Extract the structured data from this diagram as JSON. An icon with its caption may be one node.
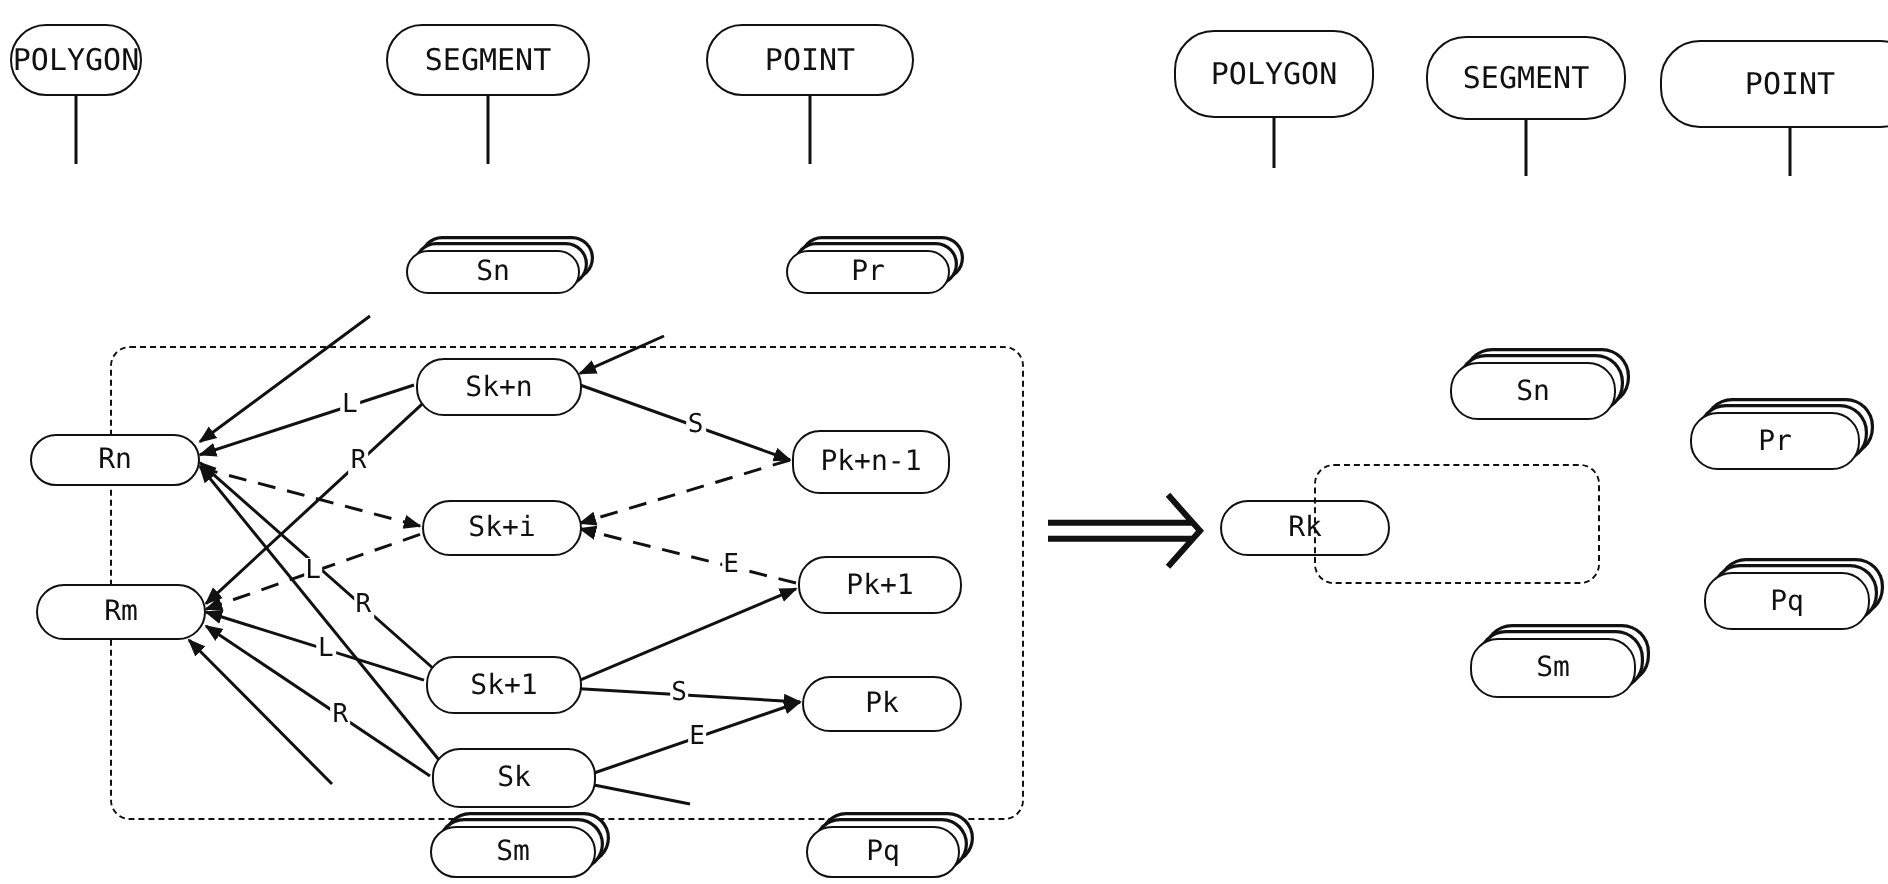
{
  "diagram": {
    "nodes": [
      {
        "text": [
          "POLYGON"
        ]
      },
      {
        "text": [
          "SEGMENT"
        ]
      },
      {
        "text": [
          "POINT"
        ]
      },
      {
        "text": [
          "Sn"
        ]
      },
      {
        "text": [
          "Pr"
        ]
      },
      {
        "text": [],
        "shape": "box"
      },
      {
        "text": [
          "Rn"
        ]
      },
      {
        "text": [
          "Rm"
        ]
      },
      {
        "text": [
          "Sk+n"
        ],
        "in": 5
      },
      {
        "text": [
          "Sk+i"
        ],
        "in": 5
      },
      {
        "text": [
          "Sk+1"
        ],
        "in": 5
      },
      {
        "text": [
          "Sk"
        ],
        "in": 5
      },
      {
        "text": [
          "Pk+n-1"
        ],
        "in": 5
      },
      {
        "text": [
          "Pk+1"
        ],
        "in": 5
      },
      {
        "text": [
          "Pk"
        ],
        "in": 5
      },
      {
        "text": [
          "Sm"
        ]
      },
      {
        "text": [
          "Pq"
        ]
      },
      {
        "text": [
          "POLYGON"
        ]
      },
      {
        "text": [
          "SEGMENT"
        ]
      },
      {
        "text": [
          "POINT"
        ]
      },
      {
        "text": [
          "Sn"
        ]
      },
      {
        "text": [
          "Pr"
        ]
      },
      {
        "text": [
          "Rk"
        ]
      },
      {
        "text": [],
        "shape": "box"
      },
      {
        "text": [
          "Pq"
        ]
      },
      {
        "text": [
          "Sm"
        ]
      }
    ],
    "edges": [
      {
        "from": 8,
        "to": 6,
        "arrow": "to",
        "label": "L"
      },
      {
        "from": 8,
        "to": 7,
        "arrow": "to",
        "label": "R"
      },
      {
        "from": 8,
        "to": 12,
        "arrow": "to",
        "label": "S"
      },
      {
        "from": 6,
        "to": 9,
        "arrow": "to",
        "style": "dashed"
      },
      {
        "from": 9,
        "to": 7,
        "arrow": "to",
        "style": "dashed",
        "label": "L"
      },
      {
        "from": 12,
        "to": 9,
        "arrow": "to",
        "style": "dashed"
      },
      {
        "from": 13,
        "to": 9,
        "arrow": "to",
        "style": "dashed",
        "label": "E"
      },
      {
        "from": 10,
        "to": 7,
        "arrow": "to",
        "label": "L"
      },
      {
        "from": 10,
        "to": 6,
        "arrow": "to",
        "label": "R"
      },
      {
        "from": 11,
        "to": 6,
        "arrow": "to"
      },
      {
        "from": 11,
        "to": 7,
        "arrow": "to",
        "label": "R"
      },
      {
        "from": 10,
        "to": 13,
        "arrow": "to"
      },
      {
        "from": 10,
        "to": 14,
        "arrow": "to",
        "label": "S"
      },
      {
        "from": 11,
        "to": 14,
        "arrow": "to",
        "label": "E"
      },
      {
        "from": null,
        "to": 6,
        "arrow": "to"
      },
      {
        "from": null,
        "to": 8,
        "arrow": "to"
      },
      {
        "from": null,
        "to": 7,
        "arrow": "to"
      },
      {
        "from": 11,
        "to": null,
        "arrow": "none"
      },
      {
        "from": 0,
        "to": null,
        "arrow": "none"
      },
      {
        "from": 1,
        "to": null,
        "arrow": "none"
      },
      {
        "from": 2,
        "to": null,
        "arrow": "none"
      },
      {
        "from": 17,
        "to": null,
        "arrow": "none"
      },
      {
        "from": 18,
        "to": null,
        "arrow": "none"
      },
      {
        "from": 19,
        "to": null,
        "arrow": "none"
      },
      {
        "from": 5,
        "to": 22,
        "arrow": "to",
        "style": "thick"
      }
    ]
  }
}
